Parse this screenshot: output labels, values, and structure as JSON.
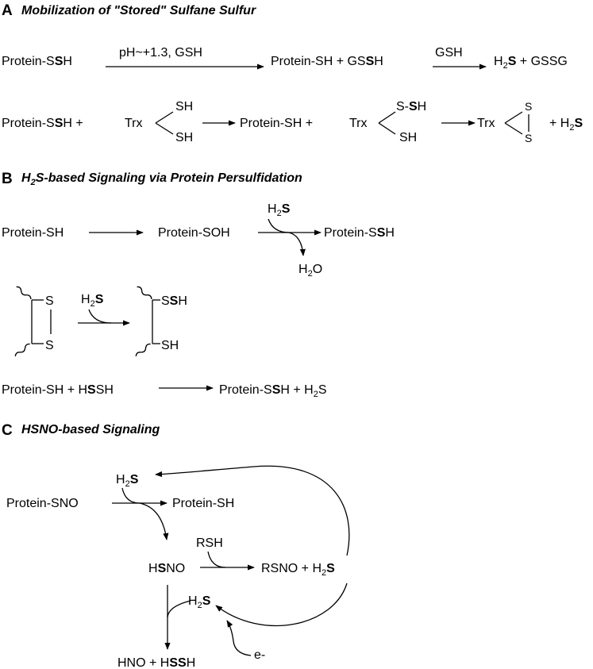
{
  "sections": {
    "a": {
      "letter": "A",
      "title": "Mobilization of \"Stored\"  Sulfane Sulfur"
    },
    "b": {
      "letter": "B",
      "title_sub": "2",
      "title_rest": "S-based Signaling via Protein Persulfidation"
    },
    "c": {
      "letter": "C",
      "title": "HSNO-based Signaling"
    }
  },
  "a": {
    "r1_reactant": "Protein-S",
    "r1_cond1": "pH~+1.3, GSH",
    "r1_product": "Protein-SH + GS",
    "r1_cond2": "GSH",
    "r1_product2_rest": " + GSSG",
    "r2_reactant": "Protein-S",
    "r2_mid": "Protein-SH +",
    "r2_plus": "+ H"
  },
  "b": {
    "r1_reactant": "Protein-SH",
    "r1_intermediate": "Protein-SOH",
    "r1_product": "Protein-S",
    "r3_reactant": "Protein-SH  + H",
    "r3_product": "Protein-S",
    "r3_product_rest": "H + H"
  },
  "c": {
    "reactant": "Protein-SNO",
    "product": "Protein-SH",
    "rsh": "RSH",
    "rsno": "RSNO + H",
    "electron": "e-"
  },
  "chem": {
    "s": "S",
    "h": "H",
    "h2": "H",
    "sub2": "2",
    "sh": "SH",
    "o": "O",
    "hno": "HNO + H",
    "no": "NO",
    "trx": "Trx",
    "s_dash": "S-"
  }
}
